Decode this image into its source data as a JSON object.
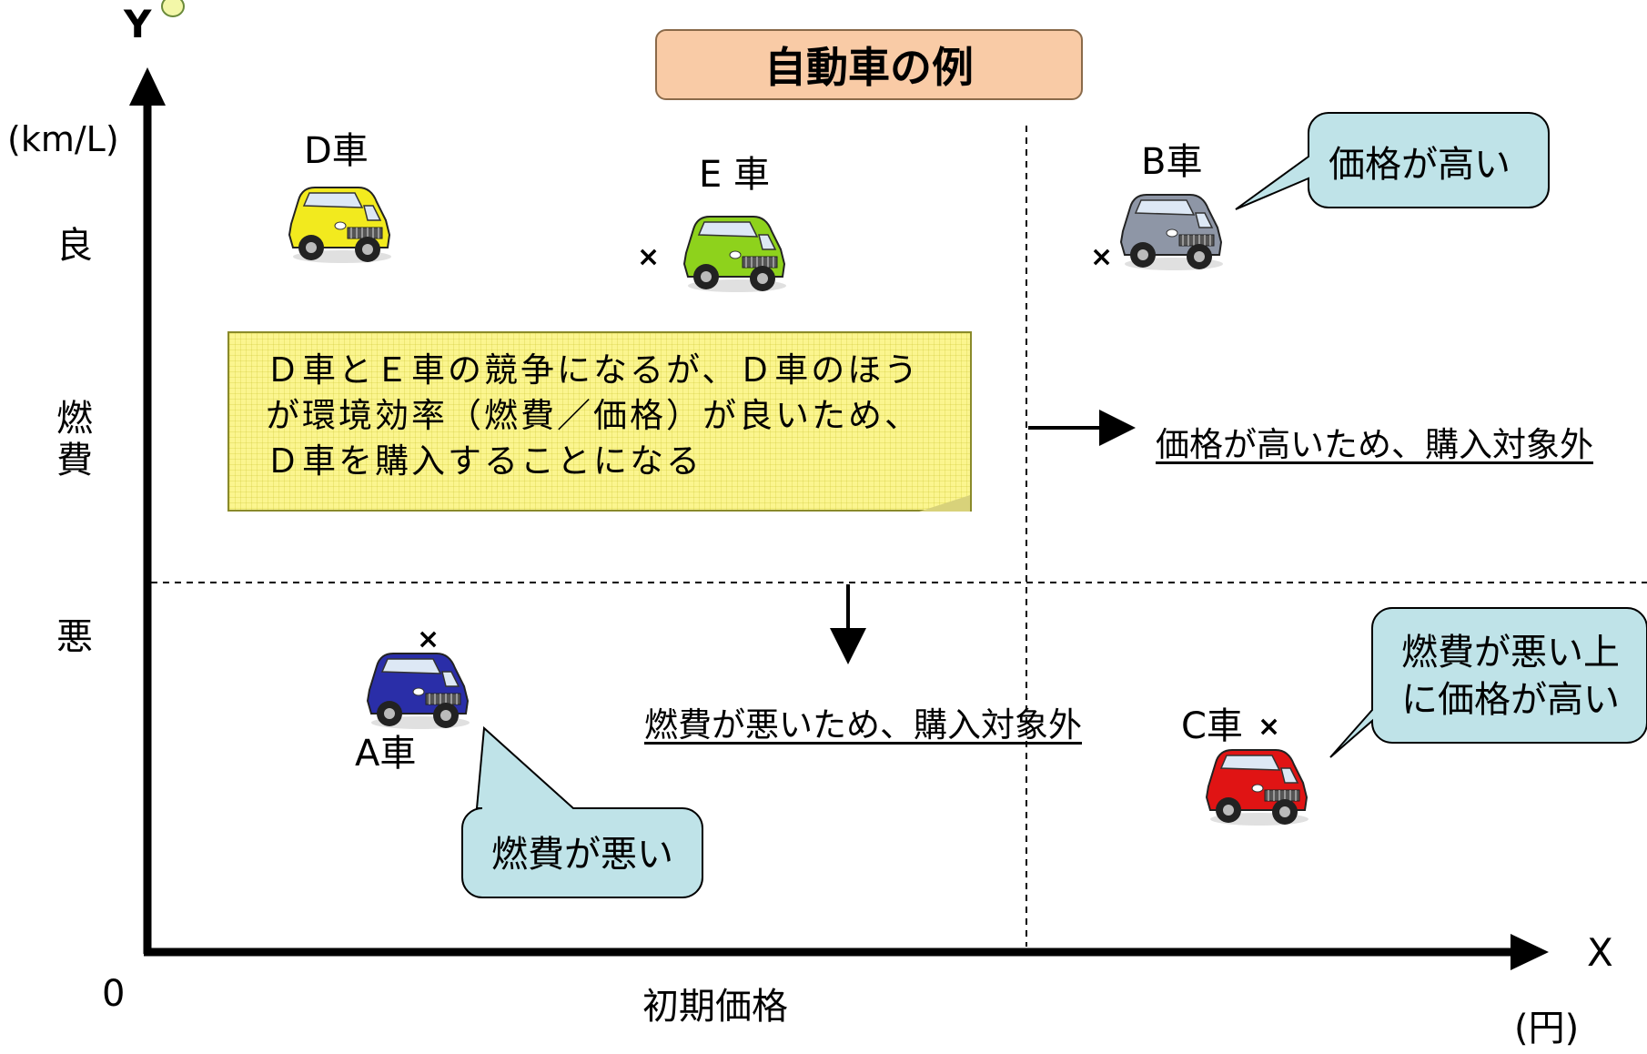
{
  "title": "自動車の例",
  "axes": {
    "y_label": "Y",
    "y_unit": "(km/L)",
    "y_tick_good": "良",
    "y_title_1": "燃",
    "y_title_2": "費",
    "y_tick_bad": "悪",
    "x_label": "X",
    "x_unit": "(円)",
    "x_title": "初期価格",
    "origin": "0"
  },
  "cars": {
    "d": {
      "label": "D車",
      "color": "#f2ea1e"
    },
    "e": {
      "label": "E 車",
      "color": "#8ed21c"
    },
    "b": {
      "label": "B車",
      "color": "#8e96a6"
    },
    "a": {
      "label": "A車",
      "color": "#2a2ea8"
    },
    "c": {
      "label": "C車",
      "color": "#e01414"
    },
    "marker": "×"
  },
  "note": "Ｄ車とＥ車の競争になるが、Ｄ車のほうが環境効率（燃費／価格）が良いため、Ｄ車を購入することになる",
  "exclusions": {
    "price_high": "価格が高いため、購入対象外",
    "fuel_bad": "燃費が悪いため、購入対象外"
  },
  "callouts": {
    "b": "価格が高い",
    "a": "燃費が悪い",
    "c_line1": "燃費が悪い上",
    "c_line2": "に価格が高い"
  },
  "colors": {
    "title_bg": "#f9cba6",
    "note_bg": "#fbf58f",
    "callout_bg": "#bfe3e8"
  }
}
